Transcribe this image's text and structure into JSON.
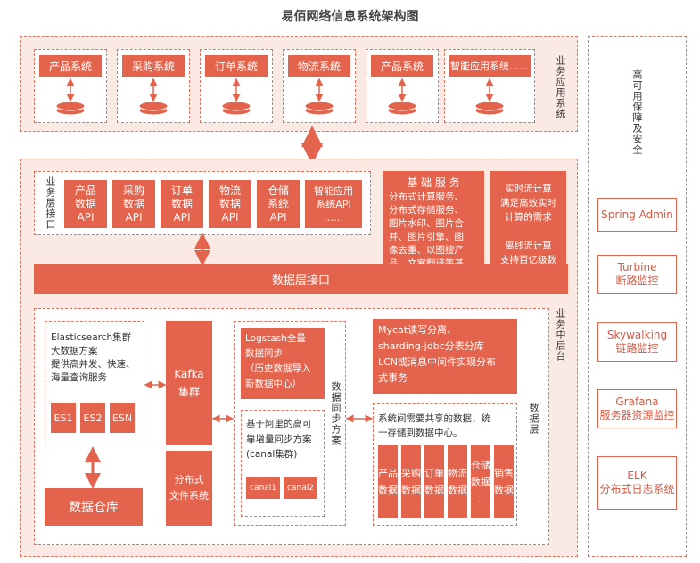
{
  "title": "易佰网络信息系统架构图",
  "colors": {
    "accent": "#e3634c",
    "light": "#fbe9e4"
  },
  "business_systems": {
    "label": "业务应用系统",
    "items": [
      "产品系统",
      "采购系统",
      "订单系统",
      "物流系统",
      "产品系统",
      "智能应用系统……"
    ]
  },
  "ha": {
    "label": "高可用保障及安全",
    "items": [
      "Spring Admin",
      "Turbine\n断路监控",
      "Skywalking\n链路监控",
      "Grafana\n服务器资源监控",
      "ELK\n分布式日志系统"
    ]
  },
  "business_interface": {
    "label": "业务层接口",
    "apis": [
      "产品\n数据\nAPI",
      "采购\n数据\nAPI",
      "订单\n数据\nAPI",
      "物流\n数据\nAPI",
      "仓储\n系统\nAPI",
      "智能应用\n系统API\n……"
    ]
  },
  "base_services": {
    "title": "基 础 服 务",
    "body": "分布式计算服务、\n分布式存储服务、\n图片水印、图片合\n并、图片引擎、图\n像去重、以图搜产\n品、文案翻译等基\n础服务接口……"
  },
  "stream": {
    "realtime": "实时流计算\n满足高效实时\n计算的需求",
    "offline": "离线流计算\n支持百亿级数\n据计算需求"
  },
  "data_interface": "数据层接口",
  "backend_label": "业务中后台",
  "es": {
    "text": "Elasticsearch集群\n大数据方案\n提供高并发、快速、\n海量查询服务",
    "nodes": [
      "ES1",
      "ES2",
      "ESN"
    ]
  },
  "warehouse": "数据仓库",
  "kafka": "Kafka\n集群",
  "dfs": "分布式\n文件系统",
  "sync": {
    "label": "数据同步方案",
    "logstash": "Logstash全量\n数据同步\n（历史数据导入\n新数据中心）",
    "canal_text": "基于阿里的高可\n靠增量同步方案\n(canal集群)",
    "canals": [
      "canal1",
      "canal2"
    ]
  },
  "mycat": "Mycat读写分离、\nsharding-jdbc分表分库\nLCN或消息中间件实现分布\n式事务",
  "data_layer": {
    "label": "数据层",
    "text": "系统间需要共享的数据，统\n一存储到数据中心。",
    "items": [
      "产品\n数据",
      "采购\n数据",
      "订单\n数据",
      "物流\n数据",
      "仓储\n数据\n..",
      "销售\n数据"
    ]
  }
}
